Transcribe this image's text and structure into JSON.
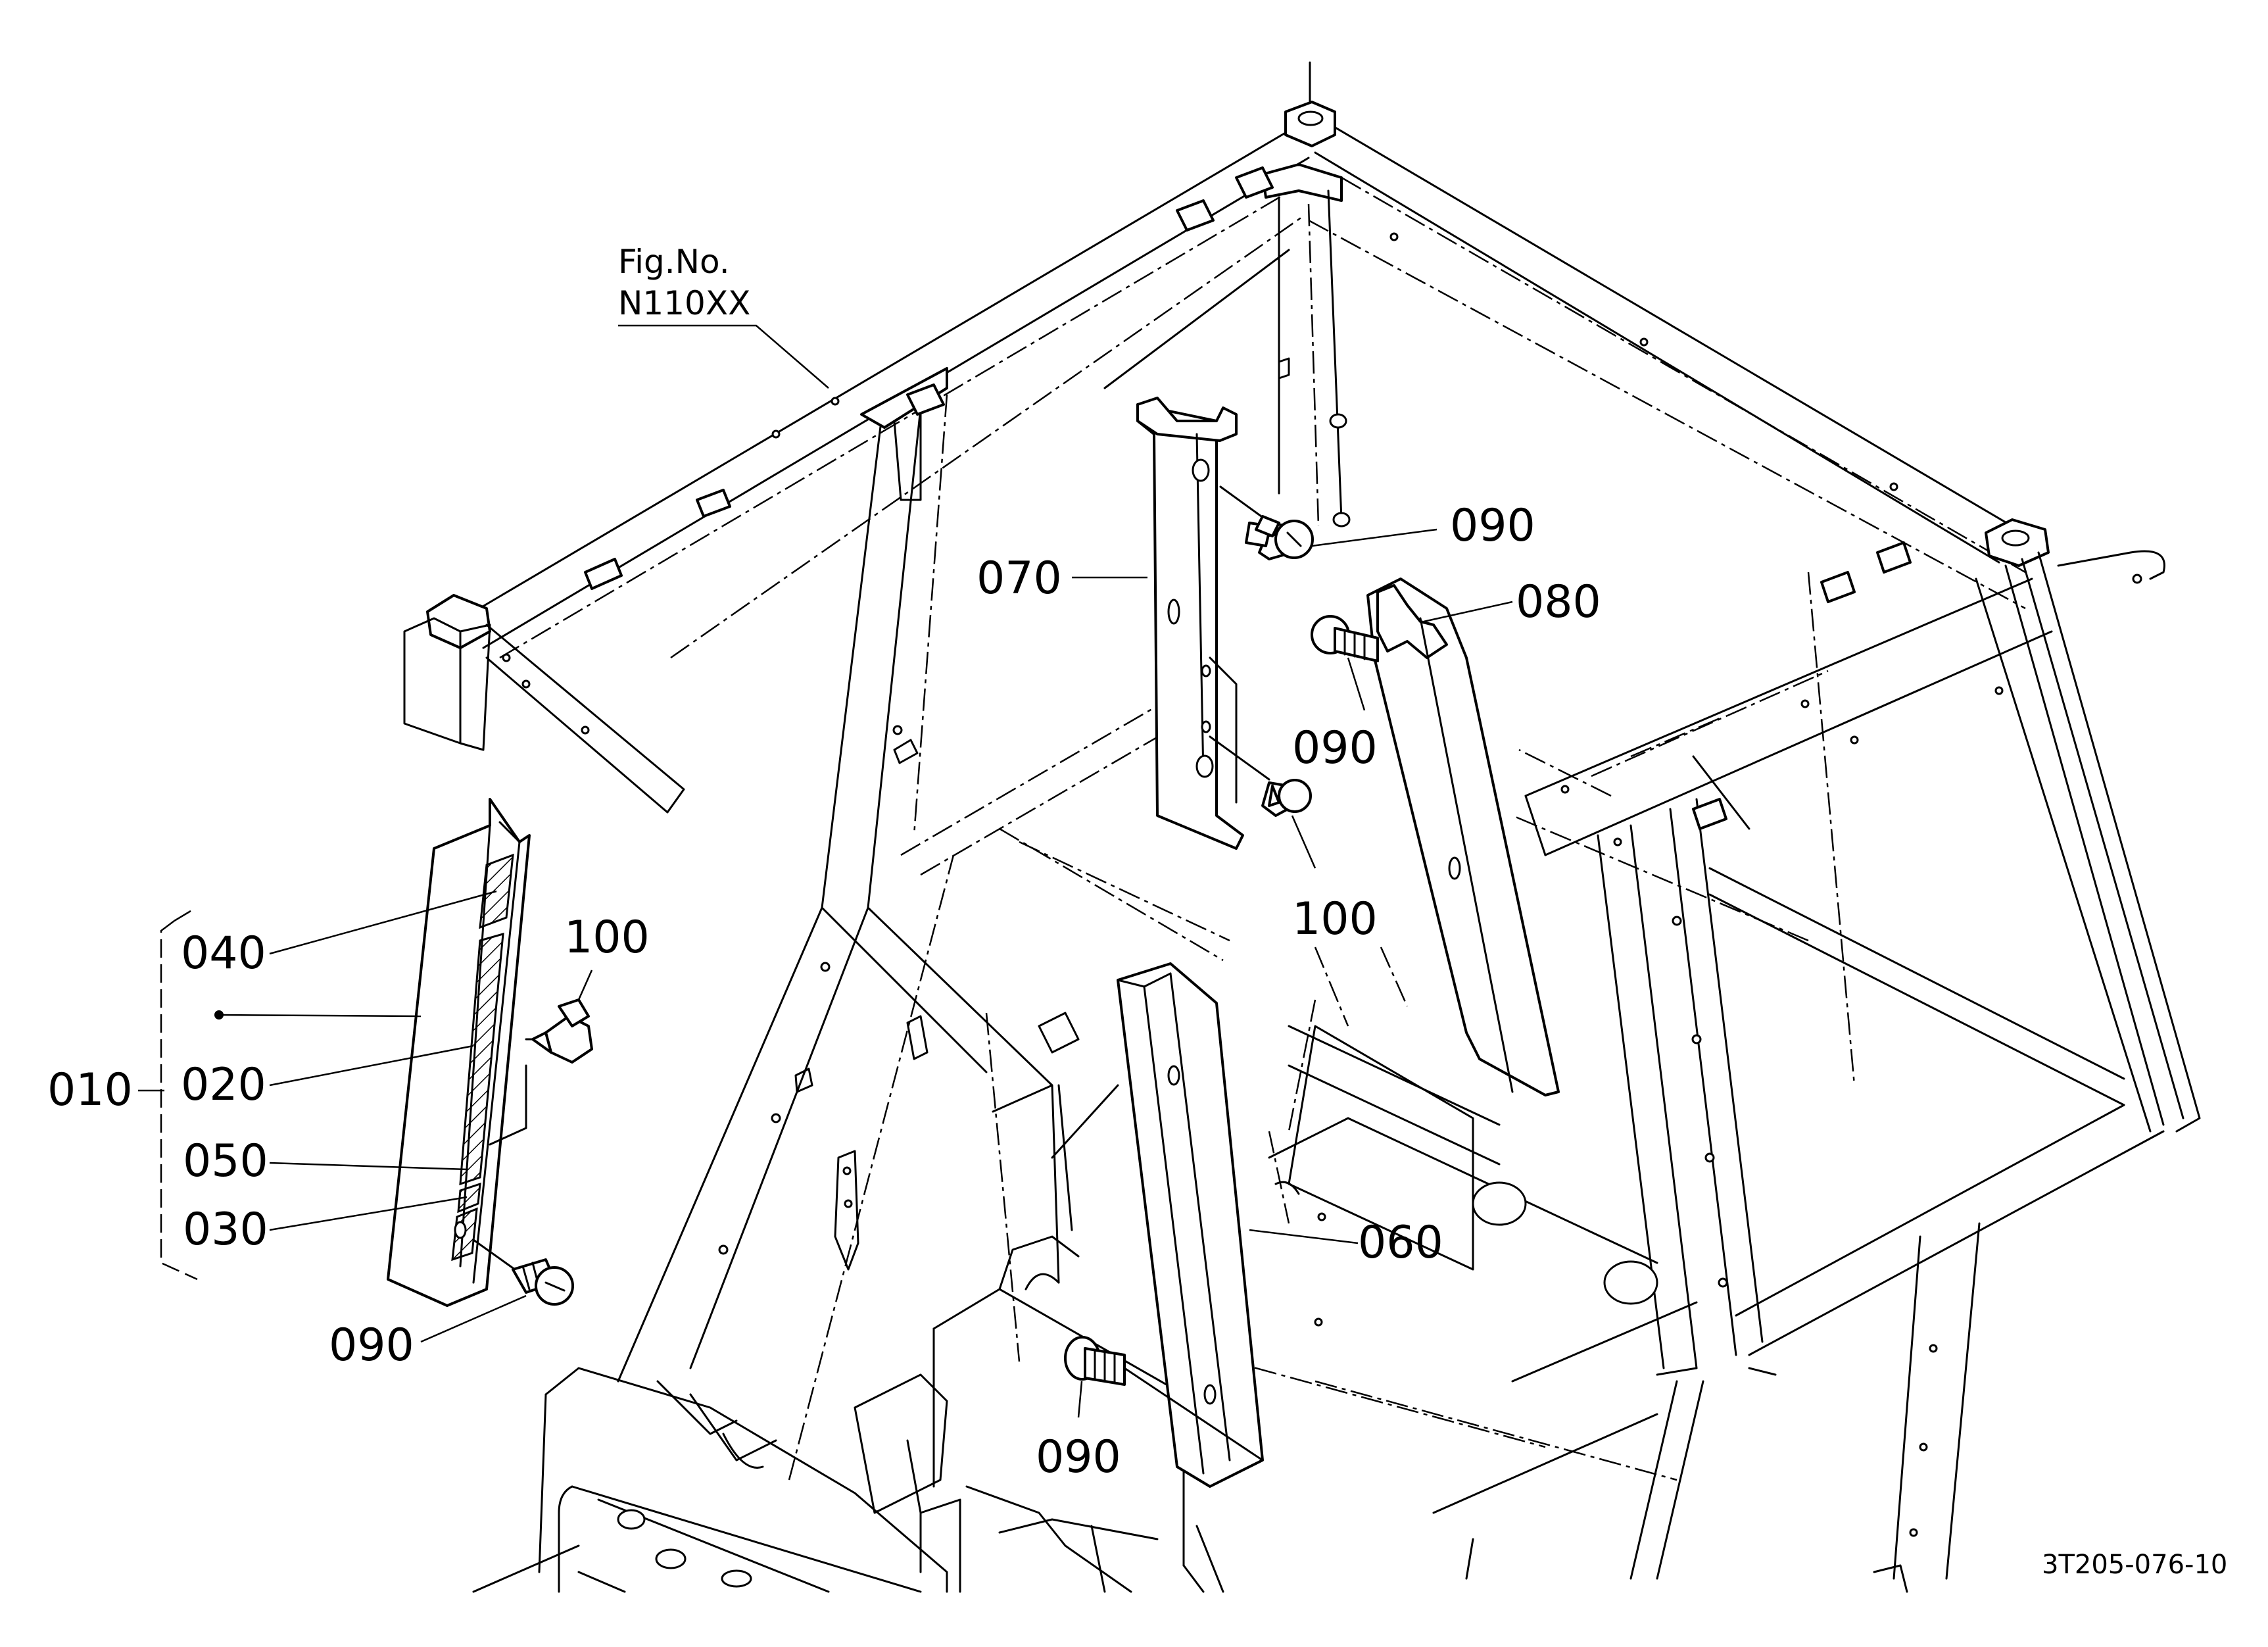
{
  "figure": {
    "ref_line1": "Fig.No.",
    "ref_line2": "N110XX",
    "drawing_number": "3T205-076-10"
  },
  "callouts": {
    "c010": "010",
    "c020": "020",
    "c030": "030",
    "c040": "040",
    "c050": "050",
    "c060": "060",
    "c070": "070",
    "c080": "080",
    "c090_top": "090",
    "c090_mid": "090",
    "c090_left": "090",
    "c090_bottom": "090",
    "c100_left": "100",
    "c100_mid": "100"
  }
}
